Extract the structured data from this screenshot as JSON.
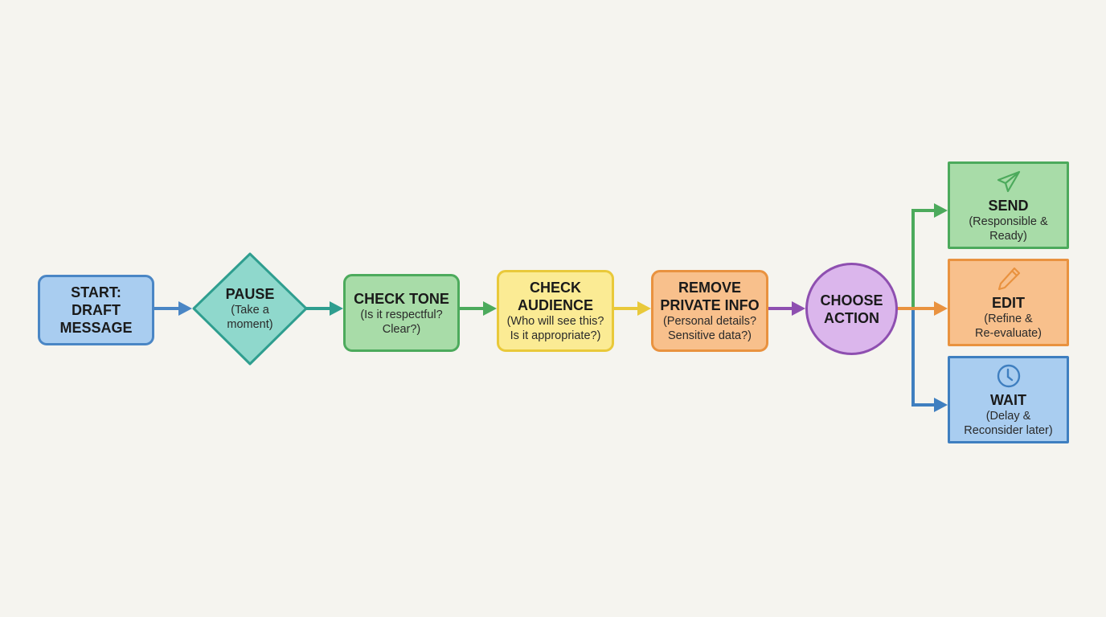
{
  "diagram": {
    "type": "flowchart",
    "direction": "left-to-right",
    "background": "#f5f4ef"
  },
  "nodes": {
    "start": {
      "title_lines": [
        "START:",
        "DRAFT",
        "MESSAGE"
      ],
      "shape": "rounded-rect",
      "fill": "#a9cdf0",
      "stroke": "#4a86c5"
    },
    "pause": {
      "title": "PAUSE",
      "sub_lines": [
        "(Take a",
        "moment)"
      ],
      "shape": "diamond",
      "fill": "#8fd8cc",
      "stroke": "#2f9e8f"
    },
    "check_tone": {
      "title": "CHECK TONE",
      "sub_lines": [
        "(Is it respectful?",
        "Clear?)"
      ],
      "shape": "rounded-rect",
      "fill": "#a8dca8",
      "stroke": "#4caa5c"
    },
    "check_audience": {
      "title_lines": [
        "CHECK",
        "AUDIENCE"
      ],
      "sub_lines": [
        "(Who will see this?",
        "Is it appropriate?)"
      ],
      "shape": "rounded-rect",
      "fill": "#fbeb94",
      "stroke": "#e9c93a"
    },
    "remove_private": {
      "title_lines": [
        "REMOVE",
        "PRIVATE INFO"
      ],
      "sub_lines": [
        "(Personal details?",
        "Sensitive data?)"
      ],
      "shape": "rounded-rect",
      "fill": "#f8c08c",
      "stroke": "#e9923f"
    },
    "choose_action": {
      "title_lines": [
        "CHOOSE",
        "ACTION"
      ],
      "shape": "circle",
      "fill": "#dbb6ec",
      "stroke": "#8e4fb0"
    },
    "send": {
      "icon": "paper-plane-icon",
      "title": "SEND",
      "sub_lines": [
        "(Responsible &",
        "Ready)"
      ],
      "shape": "rect",
      "fill": "#a8dca8",
      "stroke": "#4caa5c"
    },
    "edit": {
      "icon": "pencil-icon",
      "title": "EDIT",
      "sub_lines": [
        "(Refine &",
        "Re-evaluate)"
      ],
      "shape": "rect",
      "fill": "#f8c08c",
      "stroke": "#e9923f"
    },
    "wait": {
      "icon": "clock-icon",
      "title": "WAIT",
      "sub_lines": [
        "(Delay &",
        "Reconsider later)"
      ],
      "shape": "rect",
      "fill": "#a9cdf0",
      "stroke": "#3f7fc0"
    }
  },
  "edges": [
    {
      "from": "START: DRAFT MESSAGE",
      "to": "PAUSE",
      "color": "#4a86c5"
    },
    {
      "from": "PAUSE",
      "to": "CHECK TONE",
      "color": "#2f9e8f"
    },
    {
      "from": "CHECK TONE",
      "to": "CHECK AUDIENCE",
      "color": "#4caa5c"
    },
    {
      "from": "CHECK AUDIENCE",
      "to": "REMOVE PRIVATE INFO",
      "color": "#e9c93a"
    },
    {
      "from": "REMOVE PRIVATE INFO",
      "to": "CHOOSE ACTION",
      "color": "#8e4fb0"
    },
    {
      "from": "CHOOSE ACTION",
      "to": "SEND",
      "color": "#4caa5c"
    },
    {
      "from": "CHOOSE ACTION",
      "to": "EDIT",
      "color": "#e9923f"
    },
    {
      "from": "CHOOSE ACTION",
      "to": "WAIT",
      "color": "#3f7fc0"
    }
  ]
}
